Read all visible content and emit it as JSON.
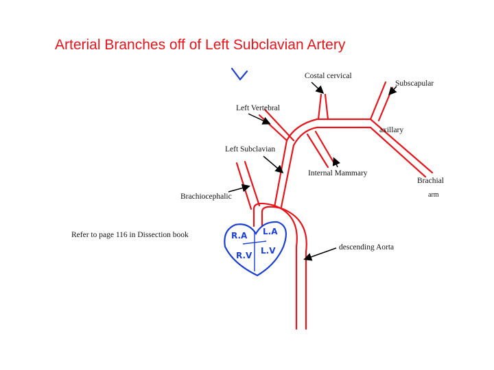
{
  "title": "Arterial Branches off of Left Subclavian Artery",
  "labels": {
    "costal_cervical": "Costal cervical",
    "subscapular": "Subscapular",
    "left_vertebral": "Left Vertebral",
    "axillary": "axillary",
    "left_subclavian": "Left Subclavian",
    "internal_mammary": "Internal Mammary",
    "brachial": "Brachial",
    "arm": "arm",
    "brachiocephalic": "Brachiocephalic",
    "descending_aorta": "descending Aorta"
  },
  "note": "Refer to page 116 in Dissection book",
  "heart": {
    "right_atrium": "R.A",
    "left_atrium": "L.A",
    "right_ventricle": "R.V",
    "left_ventricle": "L.V"
  },
  "colors": {
    "title": "#e8141b",
    "vessel": "#e8141b",
    "heart_outline": "#1a3fd6",
    "text": "#111111"
  }
}
